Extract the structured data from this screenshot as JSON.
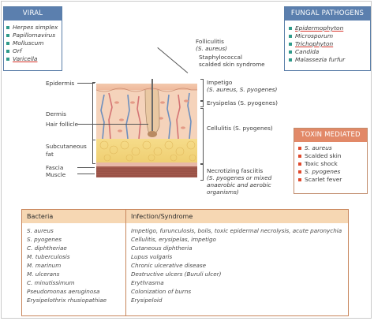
{
  "viral": {
    "title": "VIRAL PATHOGENS",
    "items": [
      "Herpes simplex",
      "Papillomavirus",
      "Molluscum",
      "Orf",
      "Varicella"
    ]
  },
  "fungal": {
    "title": "FUNGAL PATHOGENS",
    "items": [
      "Epidermophyton",
      "Microsporum",
      "Trichophyton",
      "Candida",
      "Malassezia furfur"
    ]
  },
  "toxin": {
    "title": "TOXIN MEDIATED",
    "items": [
      "S. aureus",
      "Scalded skin",
      "Toxic shock",
      "S. pyogenes",
      "Scarlet fever"
    ]
  },
  "layers": {
    "epidermis": "Epidermis",
    "dermis": "Dermis",
    "hair_follicle": "Hair follicle",
    "subcutaneous_1": "Subcutaneous",
    "subcutaneous_2": "fat",
    "fascia": "Fascia",
    "muscle": "Muscle"
  },
  "infections": {
    "folliculitis_1": "Folliculitis",
    "folliculitis_2": "(S. aureus)",
    "staph_1": "Staphylococcal",
    "staph_2": "scalded skin syndrome",
    "impetigo_1": "Impetigo",
    "impetigo_2": "(S. aureus, S. pyogenes)",
    "erysipelas": "Erysipelas (S. pyogenes)",
    "cellulitis": "Cellulitis (S. pyogenes)",
    "nec_1": "Necrotizing fasciitis",
    "nec_2": "(S. pyogenes or mixed",
    "nec_3": "anaerobic and aerobic",
    "nec_4": "organisms)"
  },
  "table": {
    "headers": [
      "Bacteria",
      "Infection/Syndrome"
    ],
    "rows": [
      [
        "S. aureus",
        "Impetigo, furunculosis, boils, toxic epidermal necrolysis, acute paronychia"
      ],
      [
        "S. pyogenes",
        "Cellulitis, erysipelas, impetigo"
      ],
      [
        "C. diphtheriae",
        "Cutaneous diphtheria"
      ],
      [
        "M. tuberculosis",
        "Lupus vulgaris"
      ],
      [
        "M. marinum",
        "Chronic ulcerative disease"
      ],
      [
        "M. ulcerans",
        "Destructive ulcers (Buruli ulcer)"
      ],
      [
        "C. minutissimum",
        "Erythrasma"
      ],
      [
        "Pseudomonas aeruginosa",
        "Colonization of burns"
      ],
      [
        "Erysipelothrix rhusiopathiae",
        "Erysipeloid"
      ]
    ]
  },
  "colors": {
    "box_header_blue": "#5b7fae",
    "box_header_orange": "#e28968",
    "bullet_teal": "#2f9a8a",
    "bullet_red": "#e0492c",
    "table_header": "#f6d7b3"
  }
}
